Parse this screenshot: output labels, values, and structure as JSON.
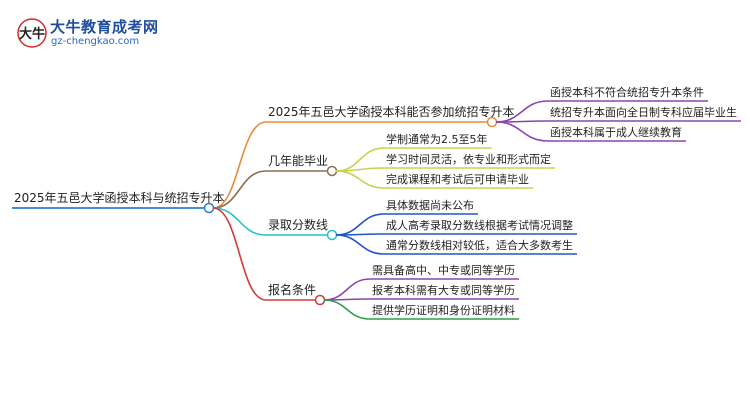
{
  "logo": {
    "title": "大牛教育成考网",
    "url": "gz-chengkao.com",
    "mark": "大牛"
  },
  "root": {
    "label": "2025年五邑大学函授本科与统招专升本",
    "color": "#2b7fd1",
    "children": [
      {
        "label": "2025年五邑大学函授本科能否参加统招专升本",
        "color": "#e88b3a",
        "leaf_color": "#8e44ad",
        "children": [
          "函授本科不符合统招专升本条件",
          "统招专升本面向全日制专科应届毕业生",
          "函授本科属于成人继续教育"
        ]
      },
      {
        "label": "几年能毕业",
        "color": "#8b6d4f",
        "leaf_color": "#c7d34a",
        "children": [
          "学制通常为2.5至5年",
          "学习时间灵活，依专业和形式而定",
          "完成课程和考试后可申请毕业"
        ]
      },
      {
        "label": "录取分数线",
        "color": "#22c4c4",
        "leaf_color": "#2255cc",
        "children": [
          "具体数据尚未公布",
          "成人高考录取分数线根据考试情况调整",
          "通常分数线相对较低，适合大多数考生"
        ]
      },
      {
        "label": "报名条件",
        "color": "#d63a3a",
        "leaf_color": "#8e44ad",
        "leaf_colors": [
          "#8e44ad",
          "#8e44ad",
          "#2e9e4a"
        ],
        "children": [
          "需具备高中、中专或同等学历",
          "报考本科需有大专或同等学历",
          "提供学历证明和身份证明材料"
        ]
      }
    ]
  }
}
